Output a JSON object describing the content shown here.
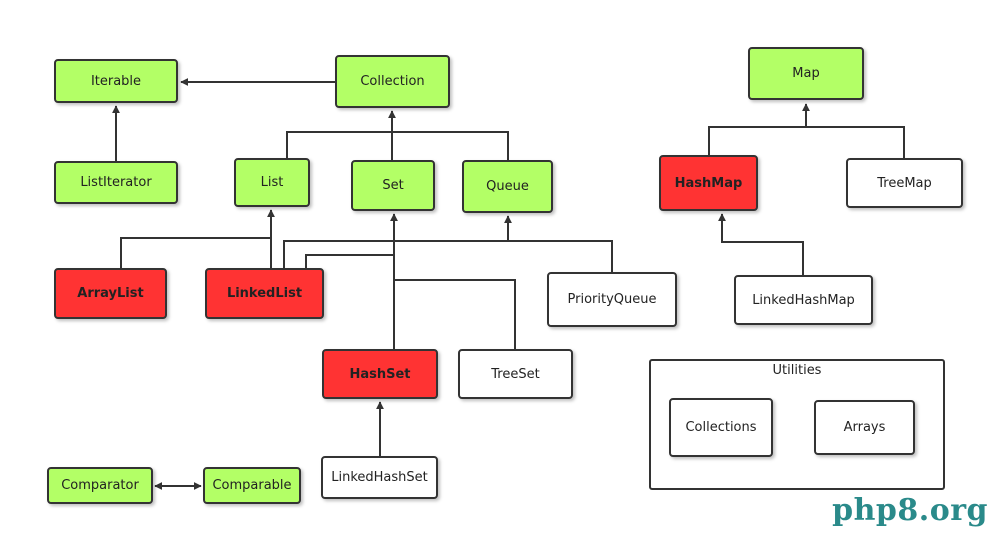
{
  "nodes": {
    "iterable": "Iterable",
    "collection": "Collection",
    "map": "Map",
    "list_iterator": "ListIterator",
    "list": "List",
    "set": "Set",
    "queue": "Queue",
    "hashmap": "HashMap",
    "treemap": "TreeMap",
    "arraylist": "ArrayList",
    "linkedlist": "LinkedList",
    "priority_queue": "PriorityQueue",
    "linked_hashmap": "LinkedHashMap",
    "hashset": "HashSet",
    "treeset": "TreeSet",
    "linked_hashset": "LinkedHashSet",
    "comparator": "Comparator",
    "comparable": "Comparable"
  },
  "utilities": {
    "title": "Utilities",
    "items": [
      "Collections",
      "Arrays"
    ]
  },
  "watermark": "php8.org",
  "colors": {
    "interface": "#b3ff66",
    "highlighted": "#ff3333",
    "class": "#ffffff",
    "line": "#333333",
    "watermark": "#2a8a8a"
  }
}
